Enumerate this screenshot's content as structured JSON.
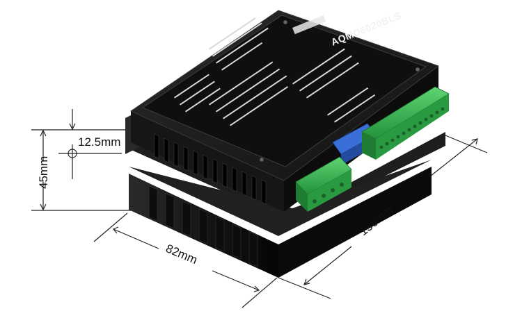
{
  "product": {
    "model": "AQMD6020BLS",
    "colors": {
      "body": "#1a1a1a",
      "panel": "#101010",
      "print": "#e6e6e6",
      "terminal": "#2fae4a",
      "dip": "#3a6fd8",
      "dimension_line": "#222222"
    }
  },
  "dimensions": {
    "width_label": "82mm",
    "length_label": "136mm",
    "height_label": "45mm",
    "hole_label": "12.5mm"
  }
}
